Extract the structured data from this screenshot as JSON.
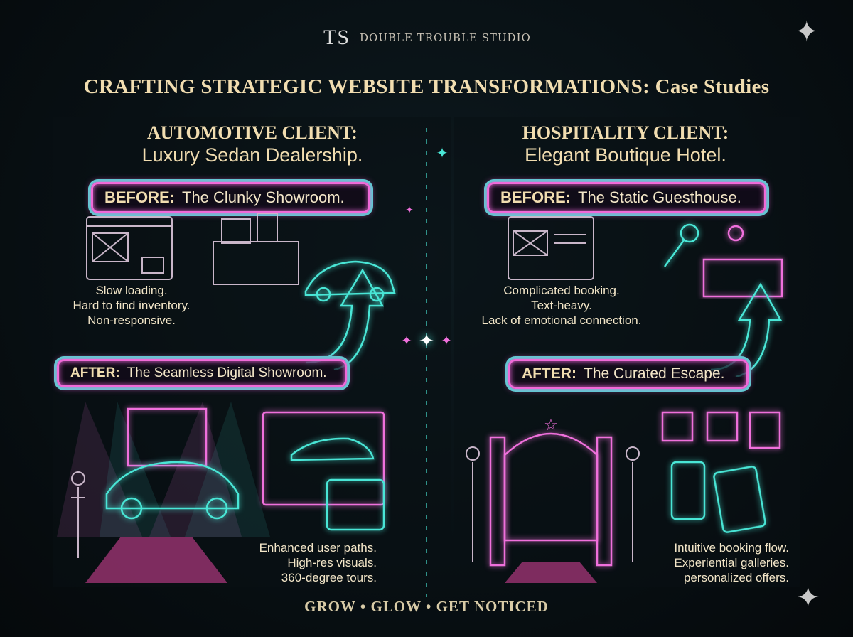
{
  "brand": {
    "logo_mark": "TS",
    "name": "DOUBLE TROUBLE STUDIO"
  },
  "title": "CRAFTING STRATEGIC WEBSITE TRANSFORMATIONS: Case Studies",
  "left": {
    "heading": "AUTOMOTIVE CLIENT:",
    "subheading": "Luxury Sedan Dealership.",
    "before_label": "BEFORE:",
    "before_text": "The Clunky Showroom.",
    "before_points": [
      "Slow loading.",
      "Hard to find inventory.",
      "Non-responsive."
    ],
    "after_label": "AFTER:",
    "after_text": "The Seamless Digital Showroom.",
    "after_points": [
      "Enhanced user paths.",
      "High-res visuals.",
      "360-degree tours."
    ]
  },
  "right": {
    "heading": "HOSPITALITY CLIENT:",
    "subheading": "Elegant Boutique Hotel.",
    "before_label": "BEFORE:",
    "before_text": "The Static Guesthouse.",
    "before_points": [
      "Complicated booking.",
      "Text-heavy.",
      "Lack of emotional connection."
    ],
    "after_label": "AFTER:",
    "after_text": "The Curated Escape.",
    "after_points": [
      "Intuitive booking flow.",
      "Experiential galleries.",
      "personalized offers."
    ]
  },
  "footer": "GROW • GLOW • GET NOTICED",
  "colors": {
    "cyan": "#49e6d6",
    "magenta": "#f070dc",
    "gold": "#f1ddb0",
    "background": "#081014"
  }
}
